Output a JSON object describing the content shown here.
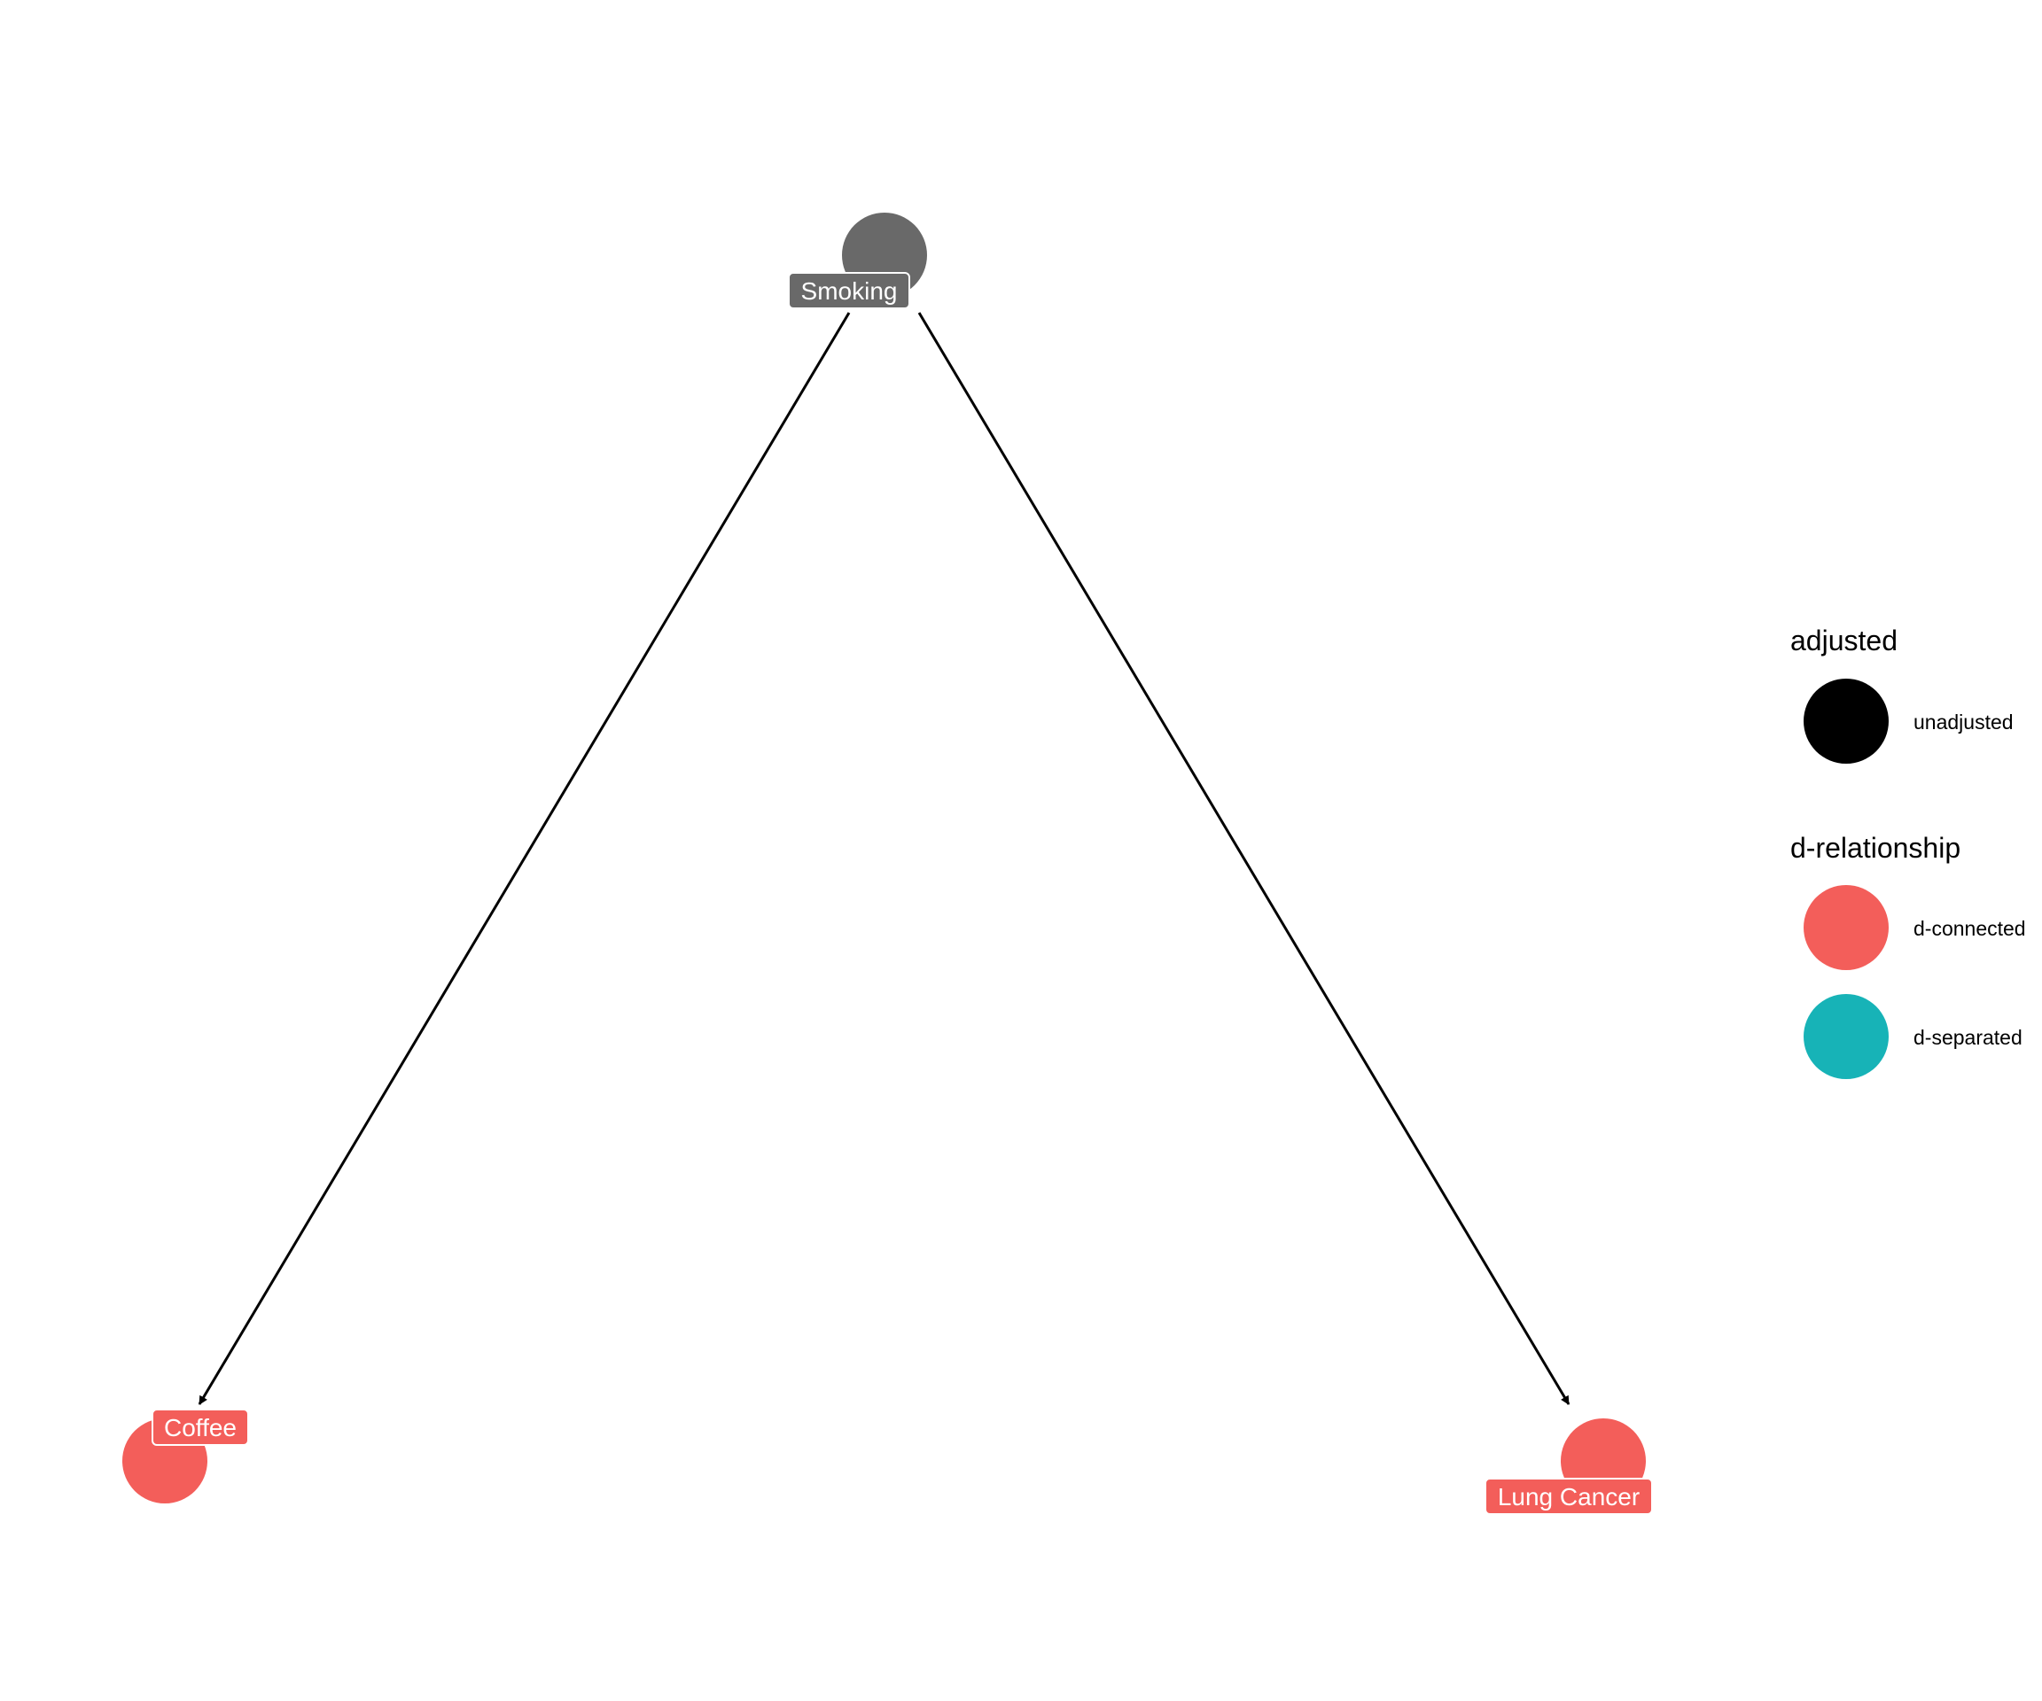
{
  "nodes": [
    {
      "id": "smoking",
      "label": "Smoking",
      "status": "unadjusted",
      "color": "#696969"
    },
    {
      "id": "coffee",
      "label": "Coffee",
      "status": "d-connected",
      "color": "#F35E5A"
    },
    {
      "id": "lung_cancer",
      "label": "Lung Cancer",
      "status": "d-connected",
      "color": "#F35E5A"
    }
  ],
  "edges": [
    {
      "from": "smoking",
      "to": "coffee"
    },
    {
      "from": "smoking",
      "to": "lung_cancer"
    }
  ],
  "legend": {
    "adjusted": {
      "title": "adjusted",
      "items": [
        {
          "label": "unadjusted",
          "color": "#000000"
        }
      ]
    },
    "d_relationship": {
      "title": "d-relationship",
      "items": [
        {
          "label": "d-connected",
          "color": "#F35E5A"
        },
        {
          "label": "d-separated",
          "color": "#17B3B7"
        }
      ]
    }
  }
}
